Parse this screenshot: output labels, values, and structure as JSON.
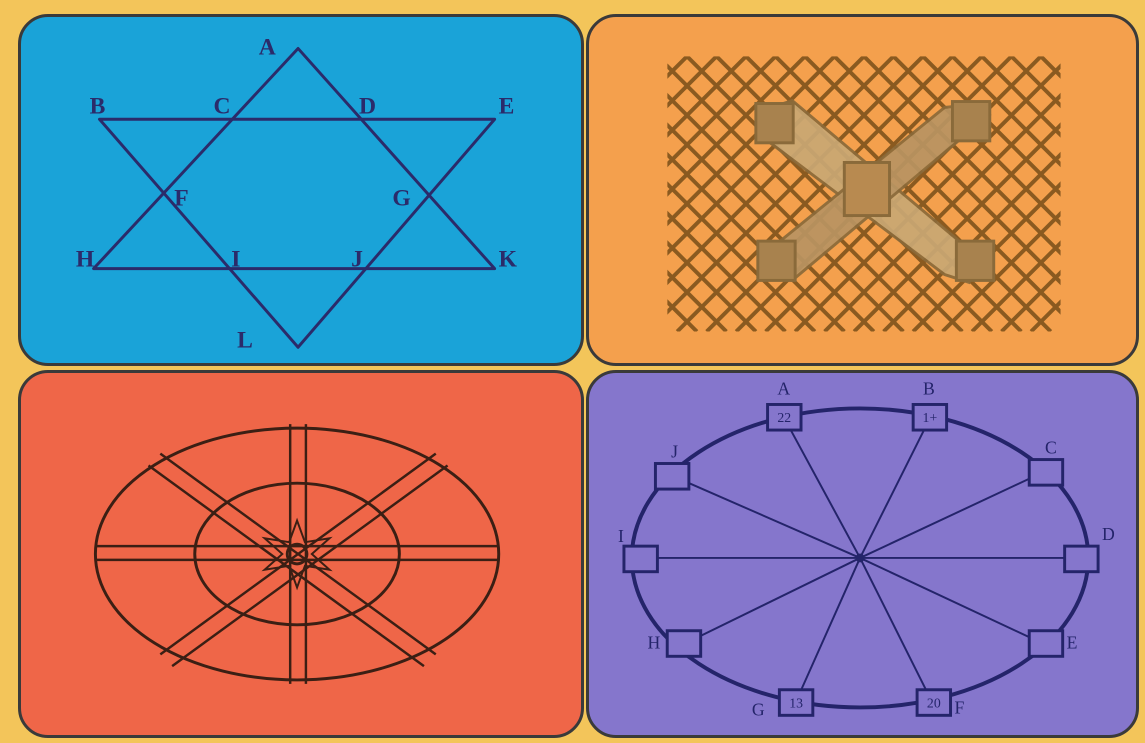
{
  "colors": {
    "background": "#f3c55a",
    "star_panel": "#1aa3d8",
    "net_panel": "#f4a04d",
    "wheel_panel": "#ef6648",
    "clock_panel": "#8576cc",
    "ink": "#2b2b6a"
  },
  "star_panel": {
    "labels": {
      "A": "A",
      "B": "B",
      "C": "C",
      "D": "D",
      "E": "E",
      "F": "F",
      "G": "G",
      "H": "H",
      "I": "I",
      "J": "J",
      "K": "K",
      "L": "L"
    }
  },
  "net_panel": {},
  "wheel_panel": {},
  "clock_panel": {
    "point_labels": {
      "A": "A",
      "B": "B",
      "C": "C",
      "D": "D",
      "E": "E",
      "F": "F",
      "G": "G",
      "H": "H",
      "I": "I",
      "J": "J"
    },
    "box_values": {
      "A": "22",
      "B": "1+",
      "G": "13",
      "F": "20"
    }
  }
}
